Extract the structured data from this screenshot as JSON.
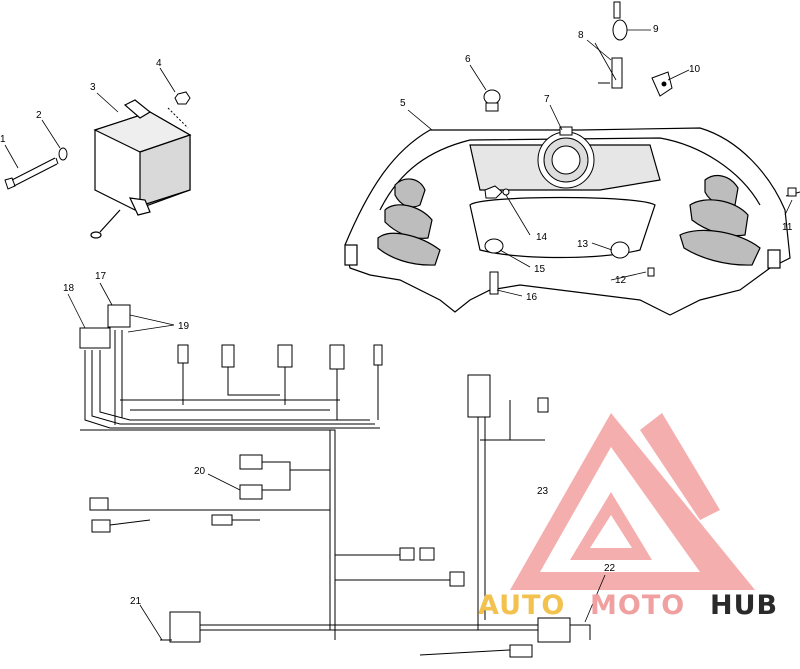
{
  "callouts": [
    {
      "id": "1",
      "label": "1"
    },
    {
      "id": "2",
      "label": "2"
    },
    {
      "id": "3",
      "label": "3"
    },
    {
      "id": "4",
      "label": "4"
    },
    {
      "id": "5",
      "label": "5"
    },
    {
      "id": "6",
      "label": "6"
    },
    {
      "id": "7",
      "label": "7"
    },
    {
      "id": "8",
      "label": "8"
    },
    {
      "id": "9",
      "label": "9"
    },
    {
      "id": "10",
      "label": "10"
    },
    {
      "id": "11",
      "label": "11"
    },
    {
      "id": "12",
      "label": "12"
    },
    {
      "id": "13",
      "label": "13"
    },
    {
      "id": "14",
      "label": "14"
    },
    {
      "id": "15",
      "label": "15"
    },
    {
      "id": "16",
      "label": "16"
    },
    {
      "id": "17",
      "label": "17"
    },
    {
      "id": "18",
      "label": "18"
    },
    {
      "id": "19",
      "label": "19"
    },
    {
      "id": "20",
      "label": "20"
    },
    {
      "id": "21",
      "label": "21"
    },
    {
      "id": "22",
      "label": "22"
    },
    {
      "id": "23",
      "label": "23"
    }
  ],
  "watermark": {
    "word_auto": "AUTO",
    "word_moto": "MOTO",
    "word_hub": "HUB",
    "color_auto": "#f2c14e",
    "color_moto": "#f0a0a0",
    "color_hub": "#2a2a2a",
    "logo_color": "#f4a6a6"
  },
  "colors": {
    "line": "#000000",
    "fill": "#ffffff",
    "shade": "#bdbdbd"
  }
}
